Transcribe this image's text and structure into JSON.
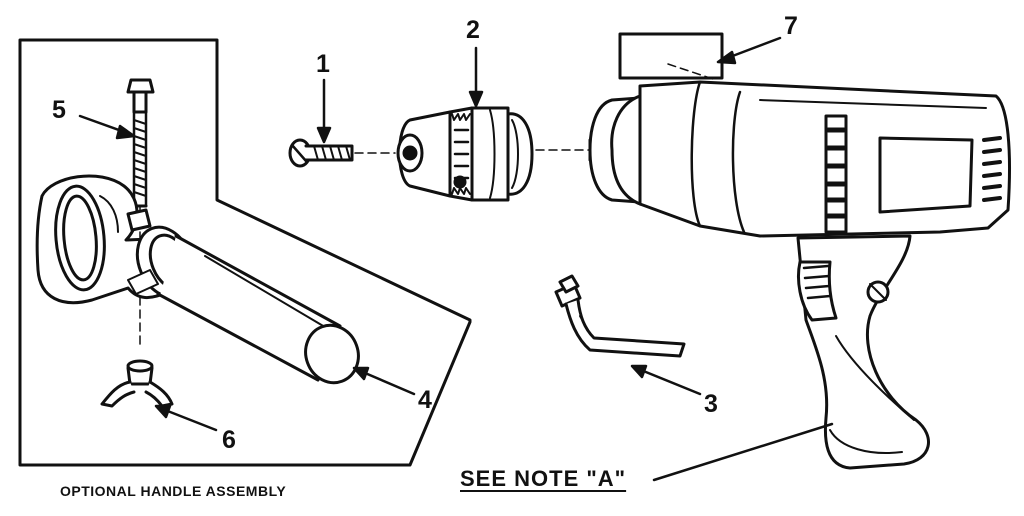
{
  "callouts": {
    "c1": "1",
    "c2": "2",
    "c3": "3",
    "c4": "4",
    "c5": "5",
    "c6": "6",
    "c7": "7"
  },
  "captions": {
    "handle": "OPTIONAL HANDLE ASSEMBLY",
    "note": "SEE NOTE \"A\""
  },
  "colors": {
    "ink": "#111111",
    "paper": "#ffffff"
  }
}
